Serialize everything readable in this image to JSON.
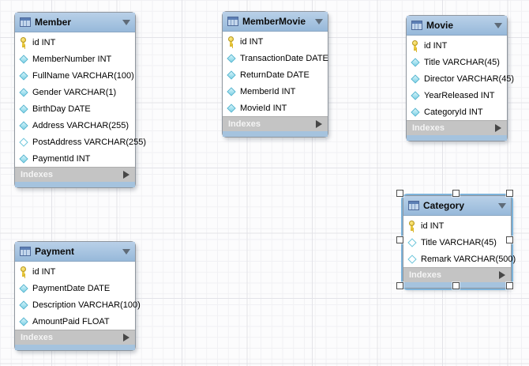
{
  "diagram": {
    "footer_label_default": "Indexes",
    "colors": {
      "table_header_blue": "#a9c6e2",
      "table_footer_gray": "#c4c4c4",
      "table_bottom_strip_blue": "#a5c3de",
      "selection_highlight_blue": "#7db3da",
      "grid_minor": "#f1f1f4",
      "grid_major": "#e3e3e8",
      "pk_key_yellow": "#eccb3a",
      "column_diamond_cyan": "#7fd2e6"
    }
  },
  "tables": [
    {
      "title": "Member",
      "footer_label": "Indexes",
      "selected": false,
      "columns": [
        {
          "icon": "key-icon",
          "text": "id INT"
        },
        {
          "icon": "diamond-filled-icon",
          "text": "MemberNumber INT"
        },
        {
          "icon": "diamond-filled-icon",
          "text": "FullName VARCHAR(100)"
        },
        {
          "icon": "diamond-filled-icon",
          "text": "Gender VARCHAR(1)"
        },
        {
          "icon": "diamond-filled-icon",
          "text": "BirthDay DATE"
        },
        {
          "icon": "diamond-filled-icon",
          "text": "Address VARCHAR(255)"
        },
        {
          "icon": "diamond-hollow-icon",
          "text": "PostAddress VARCHAR(255)"
        },
        {
          "icon": "diamond-filled-icon",
          "text": "PaymentId INT"
        }
      ]
    },
    {
      "title": "MemberMovie",
      "footer_label": "Indexes",
      "selected": false,
      "columns": [
        {
          "icon": "key-icon",
          "text": "id INT"
        },
        {
          "icon": "diamond-filled-icon",
          "text": "TransactionDate DATE"
        },
        {
          "icon": "diamond-filled-icon",
          "text": "ReturnDate DATE"
        },
        {
          "icon": "diamond-filled-icon",
          "text": "MemberId INT"
        },
        {
          "icon": "diamond-filled-icon",
          "text": "MovieId INT"
        }
      ]
    },
    {
      "title": "Movie",
      "footer_label": "Indexes",
      "selected": false,
      "columns": [
        {
          "icon": "key-icon",
          "text": "id INT"
        },
        {
          "icon": "diamond-filled-icon",
          "text": "Title VARCHAR(45)"
        },
        {
          "icon": "diamond-filled-icon",
          "text": "Director VARCHAR(45)"
        },
        {
          "icon": "diamond-filled-icon",
          "text": "YearReleased INT"
        },
        {
          "icon": "diamond-filled-icon",
          "text": "CategoryId INT"
        }
      ]
    },
    {
      "title": "Category",
      "footer_label": "Indexes",
      "selected": true,
      "columns": [
        {
          "icon": "key-icon",
          "text": "id INT"
        },
        {
          "icon": "diamond-hollow-icon",
          "text": "Title VARCHAR(45)"
        },
        {
          "icon": "diamond-hollow-icon",
          "text": "Remark VARCHAR(500)"
        }
      ]
    },
    {
      "title": "Payment",
      "footer_label": "Indexes",
      "selected": false,
      "columns": [
        {
          "icon": "key-icon",
          "text": "id INT"
        },
        {
          "icon": "diamond-filled-icon",
          "text": "PaymentDate DATE"
        },
        {
          "icon": "diamond-filled-icon",
          "text": "Description VARCHAR(100)"
        },
        {
          "icon": "diamond-filled-icon",
          "text": "AmountPaid FLOAT"
        }
      ]
    }
  ]
}
